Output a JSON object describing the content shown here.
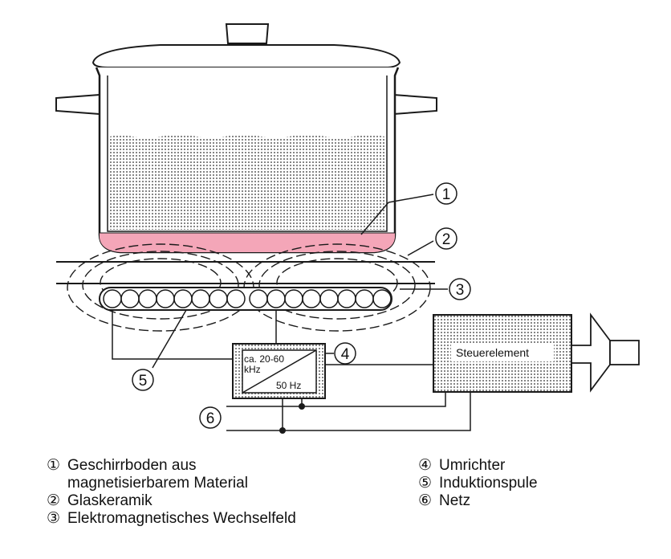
{
  "callouts": {
    "c1": "①",
    "c2": "②",
    "c3": "③",
    "c4": "④",
    "c5": "⑤",
    "c6": "⑥"
  },
  "converter": {
    "freq_high": "ca. 20-60",
    "freq_unit": "kHz",
    "freq_low": "50 Hz"
  },
  "control": {
    "label": "Steuerelement"
  },
  "legend": {
    "left": [
      {
        "num": "①",
        "line1": "Geschirrboden aus",
        "line2": "magnetisierbarem Material"
      },
      {
        "num": "②",
        "line1": "Glaskeramik"
      },
      {
        "num": "③",
        "line1": "Elektromagnetisches Wechselfeld"
      }
    ],
    "right": [
      {
        "num": "④",
        "line1": "Umrichter"
      },
      {
        "num": "⑤",
        "line1": "Induktionspule"
      },
      {
        "num": "⑥",
        "line1": "Netz"
      }
    ]
  },
  "colors": {
    "pot_bottom": "#f4a6b8",
    "line": "#1a1a1a",
    "dots": "#555555"
  }
}
